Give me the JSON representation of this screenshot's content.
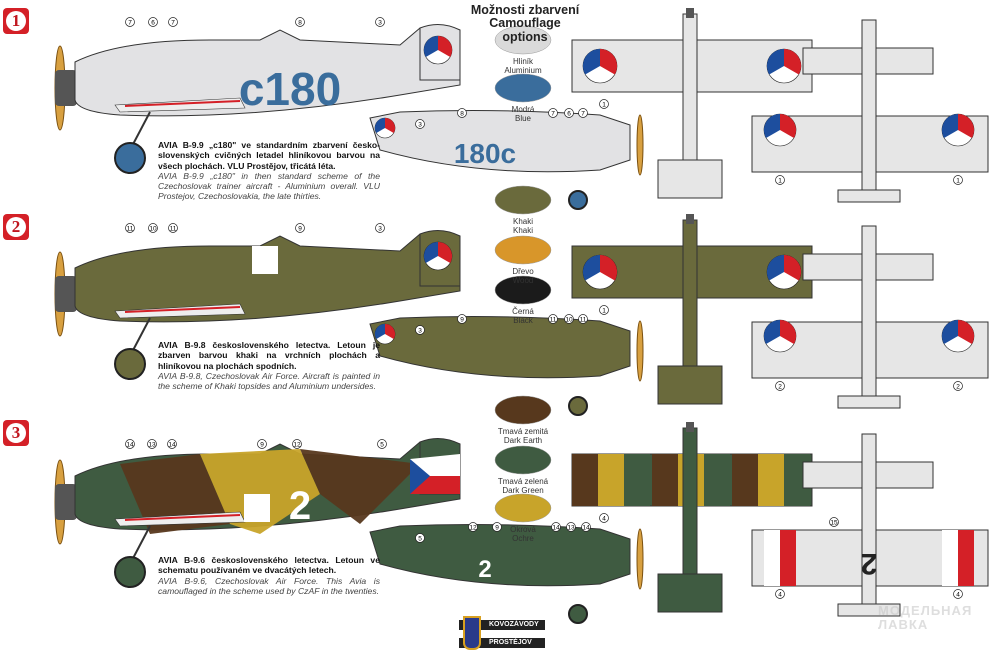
{
  "header": {
    "title_cz": "Možnosti zbarvení",
    "title_en": "Camouflage options"
  },
  "swatches": [
    {
      "cz": "Hliník",
      "en": "Aluminium",
      "color": "#dadada"
    },
    {
      "cz": "Modrá",
      "en": "Blue",
      "color": "#3a6d9c"
    },
    {
      "cz": "Khaki",
      "en": "Khaki",
      "color": "#6a6a3c"
    },
    {
      "cz": "Dřevo",
      "en": "Wood",
      "color": "#d8962a"
    },
    {
      "cz": "Černá",
      "en": "Black",
      "color": "#1b1b1b"
    },
    {
      "cz": "Tmavá zemitá",
      "en": "Dark Earth",
      "color": "#57381d"
    },
    {
      "cz": "Tmavá zelená",
      "en": "Dark Green",
      "color": "#3f5b41"
    },
    {
      "cz": "Okrová",
      "en": "Ochre",
      "color": "#c8a42a"
    }
  ],
  "schemes": [
    {
      "number": "1",
      "code_big": "c180",
      "code_small": "180c",
      "code_color": "#3a6d9c",
      "base": "#e2e2e4",
      "desc_cz": "AVIA B-9.9 „c180\" ve standardním zbarvení česko-slovenských cvičných letadel hliníkovou barvou na všech plochách. VLU Prostějov, třicátá léta.",
      "desc_en": "AVIA B-9.9 „c180\" in then standard scheme of the Czechoslovak trainer aircraft - Aluminium overall. VLU Prostejov, Czechoslovakia, the late thirties.",
      "callouts_big": [
        "7",
        "6",
        "7",
        "8",
        "3"
      ],
      "callouts_small": [
        "3",
        "8",
        "7",
        "6",
        "7"
      ],
      "callouts_top": [
        "1"
      ],
      "callouts_bottom": [
        "1",
        "1"
      ]
    },
    {
      "number": "2",
      "code_big": "",
      "code_small": "",
      "code_color": "#ffffff",
      "base": "#6a6a3c",
      "desc_cz": "AVIA B-9.8 československého letectva. Letoun je zbarven barvou khaki na vrchních plochách a hliníkovou na plochách spodních.",
      "desc_en": "AVIA B-9.8, Czechoslovak Air Force. Aircraft is painted in the scheme of Khaki topsides and Aluminium undersides.",
      "callouts_big": [
        "11",
        "10",
        "11",
        "9",
        "3"
      ],
      "callouts_small": [
        "3",
        "9",
        "11",
        "10",
        "11"
      ],
      "callouts_top": [
        "1"
      ],
      "callouts_bottom": [
        "2",
        "2"
      ]
    },
    {
      "number": "3",
      "code_big": "2",
      "code_small": "2",
      "code_color": "#ffffff",
      "base": "#3f5b41",
      "desc_cz": "AVIA B-9.6 československého letectva. Letoun ve schematu používaném ve dvacátých letech.",
      "desc_en": "AVIA B-9.6, Czechoslovak Air Force. This Avia is camouflaged in the scheme used by CzAF in the twenties.",
      "callouts_big": [
        "14",
        "13",
        "14",
        "9",
        "12",
        "5"
      ],
      "callouts_small": [
        "5",
        "12",
        "9",
        "14",
        "13",
        "14"
      ],
      "callouts_top": [
        "4"
      ],
      "callouts_bottom": [
        "4",
        "15",
        "4"
      ]
    }
  ],
  "logo": {
    "line1": "KOVOZÁVODY",
    "line2": "PROSTĚJOV"
  },
  "watermark": {
    "line1": "МОДЕЛЬНАЯ",
    "line2": "ЛАВКА"
  }
}
